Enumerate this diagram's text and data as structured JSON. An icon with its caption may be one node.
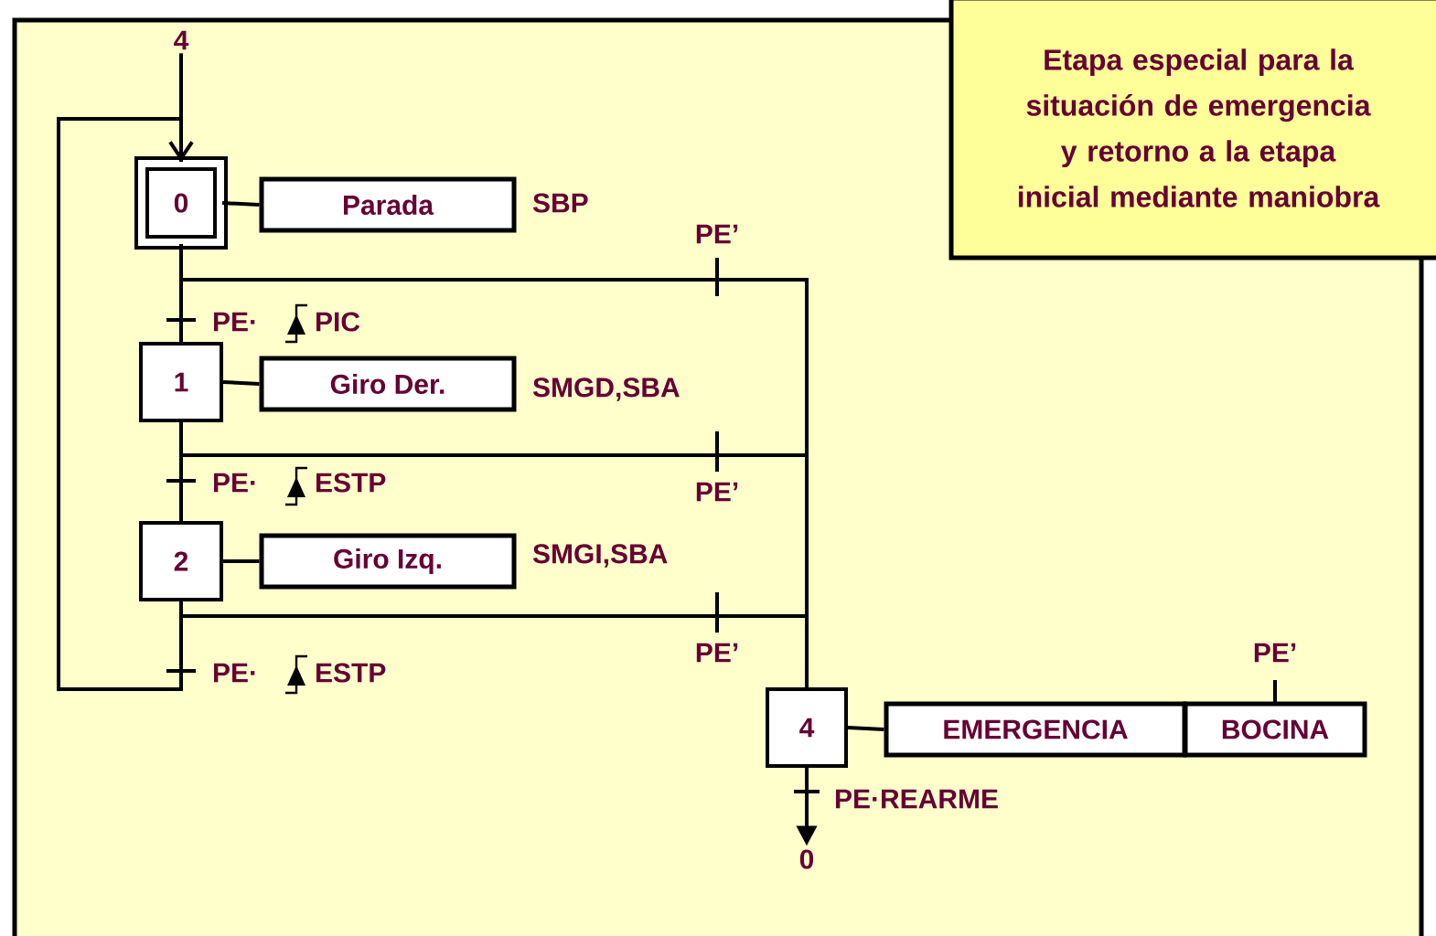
{
  "diagram": {
    "nodes": [
      {
        "text": [
          "0"
        ]
      },
      {
        "text": [
          "Parada"
        ],
        "beside": [
          "SBP"
        ]
      },
      {
        "text": [
          "1"
        ]
      },
      {
        "text": [
          "Giro Der."
        ],
        "beside": [
          "SMGD,SBA"
        ]
      },
      {
        "text": [
          "2"
        ]
      },
      {
        "text": [
          "Giro Izq."
        ],
        "beside": [
          "SMGI,SBA"
        ]
      },
      {
        "text": [
          "4"
        ]
      },
      {
        "text": [
          "EMERGENCIA"
        ]
      },
      {
        "text": [
          "BOCINA"
        ]
      },
      {
        "text": [
          "Etapa especial para la situación de emergencia y retorno a la etapa inicial mediante maniobra"
        ]
      },
      {
        "text": [
          "4"
        ]
      },
      {
        "text": [
          "0"
        ]
      }
    ],
    "edges": [
      {
        "from": 10,
        "to": 0,
        "arrow": "to"
      },
      {
        "from": 0,
        "to": 2,
        "arrow": "none"
      },
      {
        "from": 2,
        "to": 4,
        "arrow": "none"
      },
      {
        "from": 4,
        "to": 0,
        "arrow": "none"
      },
      {
        "from": 0,
        "to": 6,
        "arrow": "none"
      },
      {
        "from": 2,
        "to": 6,
        "arrow": "none"
      },
      {
        "from": 4,
        "to": 6,
        "arrow": "none"
      },
      {
        "from": 6,
        "to": 11,
        "arrow": "to"
      },
      {
        "from": 0,
        "to": 1,
        "arrow": "none"
      },
      {
        "from": 2,
        "to": 3,
        "arrow": "none"
      },
      {
        "from": 4,
        "to": 5,
        "arrow": "none"
      },
      {
        "from": 6,
        "to": 7,
        "arrow": "none"
      }
    ],
    "labels": [
      "PE’",
      "PE·",
      "PIC",
      "PE·",
      "ESTP",
      "PE’",
      "PE’",
      "PE·",
      "ESTP",
      "PE’",
      "PE·REARME"
    ]
  }
}
